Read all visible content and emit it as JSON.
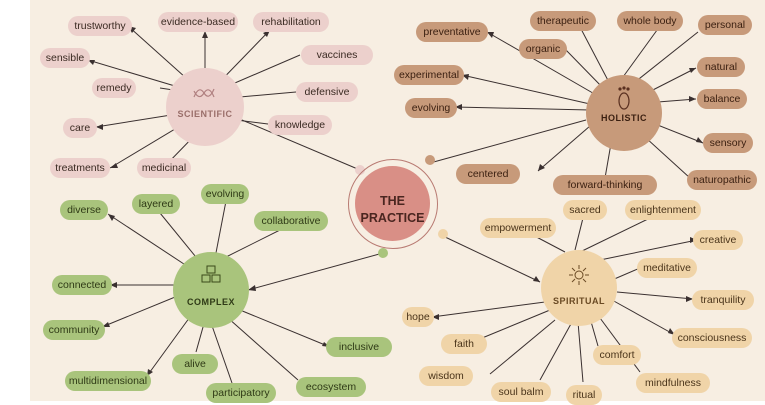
{
  "center": {
    "line1": "THE",
    "line2": "PRACTICE"
  },
  "hubs": {
    "scientific": "SCIENTIFIC",
    "holistic": "HOLISTIC",
    "complex": "COMPLEX",
    "spiritual": "SPIRITUAL"
  },
  "scientific": [
    "trustworthy",
    "evidence-based",
    "rehabilitation",
    "sensible",
    "vaccines",
    "remedy",
    "defensive",
    "care",
    "knowledge",
    "treatments",
    "medicinal"
  ],
  "holistic": [
    "therapeutic",
    "whole body",
    "personal",
    "preventative",
    "organic",
    "natural",
    "experimental",
    "balance",
    "evolving",
    "sensory",
    "centered",
    "forward-thinking",
    "naturopathic"
  ],
  "complex": [
    "evolving",
    "layered",
    "diverse",
    "collaborative",
    "connected",
    "community",
    "inclusive",
    "alive",
    "multidimensional",
    "participatory",
    "ecosystem"
  ],
  "spiritual": [
    "sacred",
    "enlightenment",
    "empowerment",
    "creative",
    "meditative",
    "tranquility",
    "hope",
    "consciousness",
    "faith",
    "comfort",
    "wisdom",
    "soul balm",
    "ritual",
    "mindfulness"
  ],
  "colors": {
    "background": "#f7eee2",
    "scientific": "#ecd0cc",
    "holistic": "#c79a7a",
    "complex": "#a9c47c",
    "spiritual": "#f0d4a8",
    "center": "#d98f86"
  },
  "icons": {
    "scientific": "dna-icon",
    "holistic": "footprint-icon",
    "complex": "cube-stack-icon",
    "spiritual": "lotus-sun-icon"
  }
}
